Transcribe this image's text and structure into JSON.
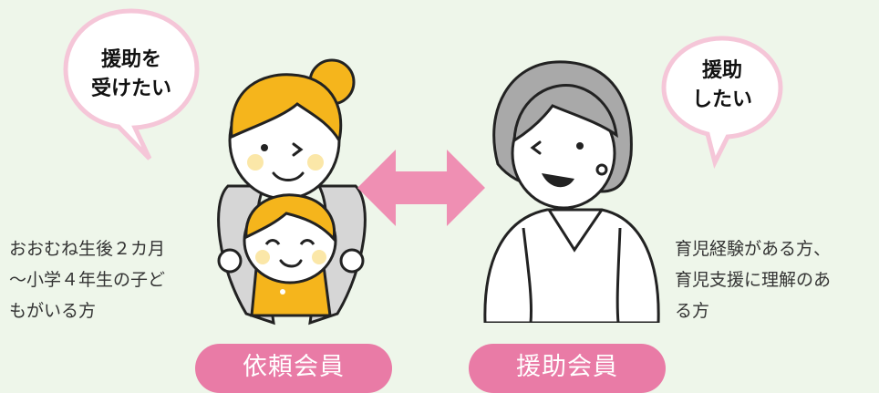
{
  "bubbles": {
    "left": {
      "line1": "援助を",
      "line2": "受けたい"
    },
    "right": {
      "line1": "援助",
      "line2": "したい"
    }
  },
  "descriptions": {
    "left": "おおむね生後２カ月\n〜小学４年生の子ど\nもがいる方",
    "right": "育児経験がある方、\n育児支援に理解のあ\nる方"
  },
  "labels": {
    "left": "依頼会員",
    "right": "援助会員"
  },
  "colors": {
    "background": "#eef6ea",
    "accent_pink": "#e97ba6",
    "bubble_fill": "#ffffff",
    "bubble_border": "#f5c6d8",
    "hair_yellow": "#f5b51c",
    "hair_gray": "#a9a9a9",
    "shirt_gray": "#cccccc"
  },
  "icons": [
    "double-arrow-icon",
    "speech-bubble-icon"
  ]
}
